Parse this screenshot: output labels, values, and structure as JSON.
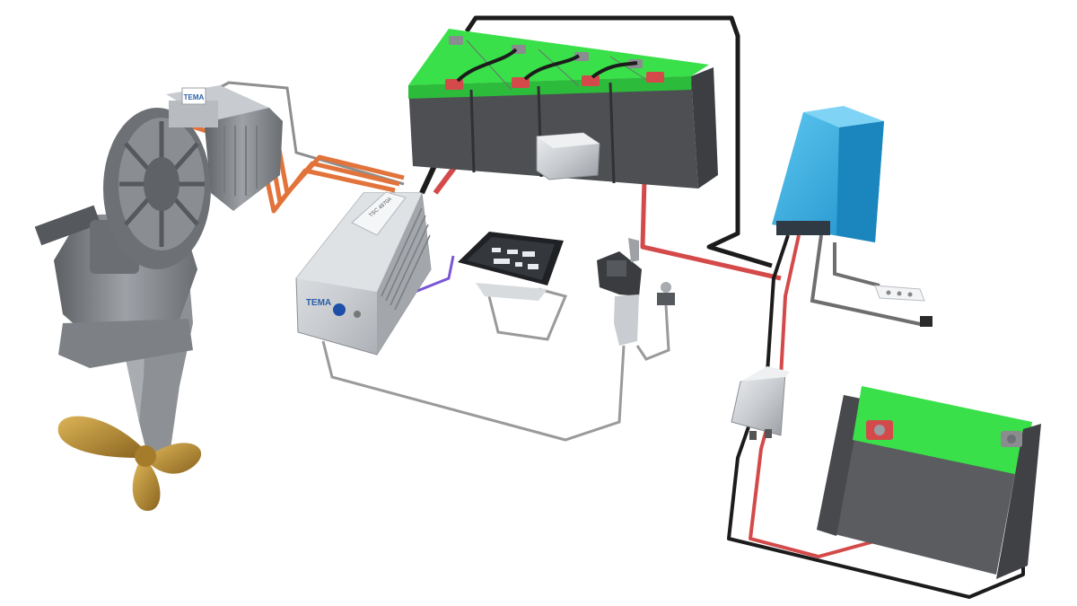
{
  "diagram": {
    "motor_brand": "TEMA",
    "controller_brand": "TEMA",
    "controller_model": "TSC 4870A",
    "colors": {
      "battery_green": "#39e049",
      "battery_case": "#4d4f52",
      "charger_blue": "#2aa8e0",
      "positive_cable": "#d44a4a",
      "negative_cable": "#1c1c1c",
      "motor_cable": "#e2733a",
      "signal_cable": "#8e8e8e",
      "control_cable": "#7a56d6",
      "propeller": "#b98a2e"
    },
    "components": [
      {
        "id": "outboard-drive",
        "icon": "propeller-drive"
      },
      {
        "id": "electric-motor",
        "icon": "motor"
      },
      {
        "id": "motor-controller",
        "icon": "controller"
      },
      {
        "id": "battery-bank",
        "icon": "battery-x4"
      },
      {
        "id": "shunt",
        "icon": "shunt"
      },
      {
        "id": "display-panel",
        "icon": "display"
      },
      {
        "id": "throttle-lever",
        "icon": "throttle"
      },
      {
        "id": "key-switch",
        "icon": "key-switch"
      },
      {
        "id": "battery-charger",
        "icon": "charger"
      },
      {
        "id": "power-strip",
        "icon": "power-strip"
      },
      {
        "id": "dc-dc-converter",
        "icon": "converter"
      },
      {
        "id": "service-battery",
        "icon": "battery"
      }
    ]
  }
}
